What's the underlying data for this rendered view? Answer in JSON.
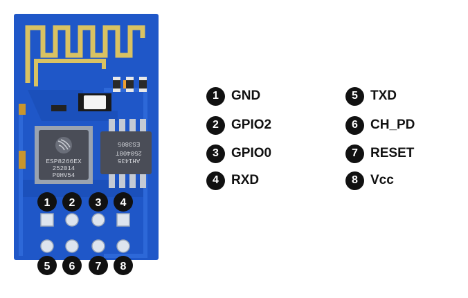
{
  "board": {
    "main_chip": {
      "line1": "ESP8266EX",
      "line2": "252014",
      "line3": "P0HV54"
    },
    "flash_chip": {
      "line1": "AH1435",
      "line2": "250408T",
      "line3": "ES3805"
    }
  },
  "pin_markers": [
    "1",
    "2",
    "3",
    "4",
    "5",
    "6",
    "7",
    "8"
  ],
  "legend": [
    {
      "num": "1",
      "label": "GND"
    },
    {
      "num": "2",
      "label": "GPIO2"
    },
    {
      "num": "3",
      "label": "GPIO0"
    },
    {
      "num": "4",
      "label": "RXD"
    },
    {
      "num": "5",
      "label": "TXD"
    },
    {
      "num": "6",
      "label": "CH_PD"
    },
    {
      "num": "7",
      "label": "RESET"
    },
    {
      "num": "8",
      "label": "Vcc"
    }
  ],
  "colors": {
    "pcb": "#1f57c8",
    "pcb_dark": "#163f9a",
    "antenna": "#d9c262",
    "chip": "#4a4d57",
    "pad": "#dde4ee",
    "marker": "#111111"
  }
}
